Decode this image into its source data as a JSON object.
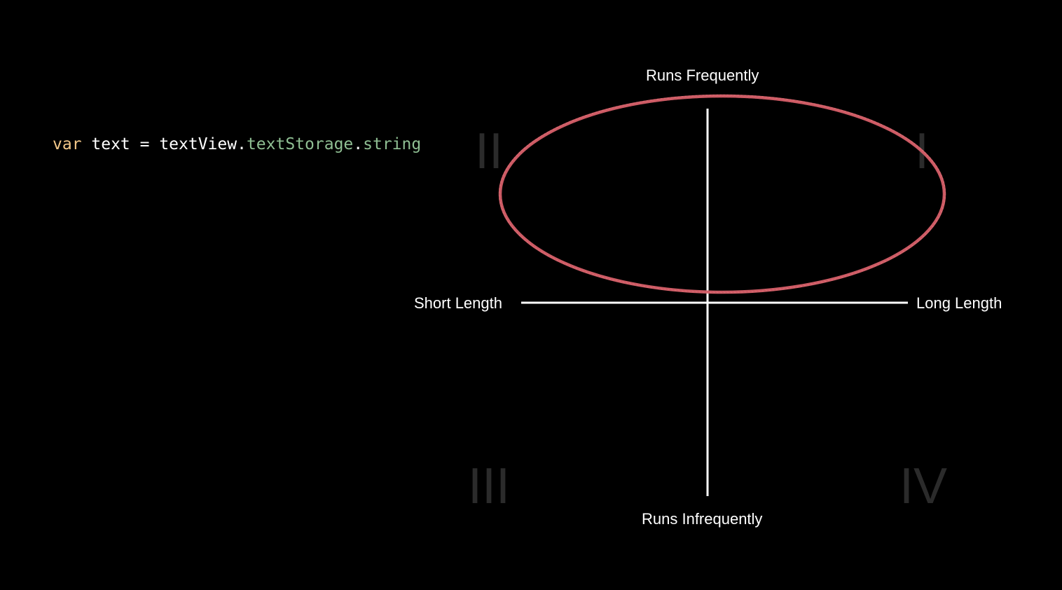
{
  "code": {
    "keyword": "var",
    "variable": " text = textView.",
    "property1": "textStorage",
    "dot": ".",
    "property2": "string"
  },
  "axes": {
    "top": "Runs Frequently",
    "bottom": "Runs Infrequently",
    "left": "Short Length",
    "right": "Long Length"
  },
  "quadrants": {
    "q1": "I",
    "q2": "II",
    "q3": "III",
    "q4": "IV"
  },
  "colors": {
    "highlight_ellipse": "#d9626b",
    "axes": "#ffffff",
    "quadrant_numerals": "#2b2b2b",
    "keyword": "#f5c98a",
    "property": "#8fbf93"
  }
}
